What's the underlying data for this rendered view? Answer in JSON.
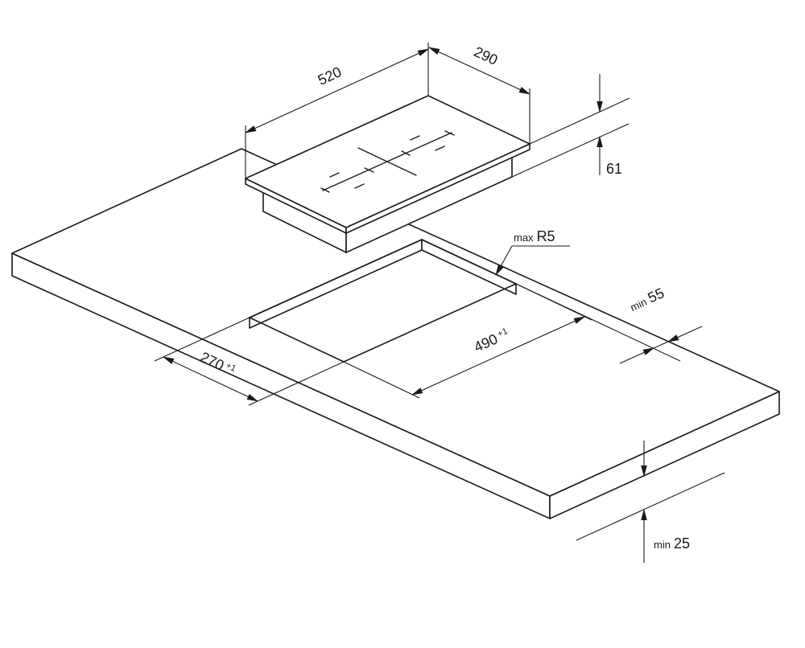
{
  "dimensions": {
    "hob_length": "520",
    "hob_depth": "290",
    "hob_height": "61",
    "cutout_length": "490",
    "cutout_length_tol": "+1",
    "cutout_width": "270",
    "cutout_width_tol": "+1",
    "corner_radius_prefix": "max",
    "corner_radius_value": "R5",
    "rear_clearance_prefix": "min",
    "rear_clearance_value": "55",
    "bottom_clearance_prefix": "min",
    "bottom_clearance_value": "25"
  },
  "colors": {
    "line": "#1a1a1a",
    "background": "#ffffff"
  }
}
